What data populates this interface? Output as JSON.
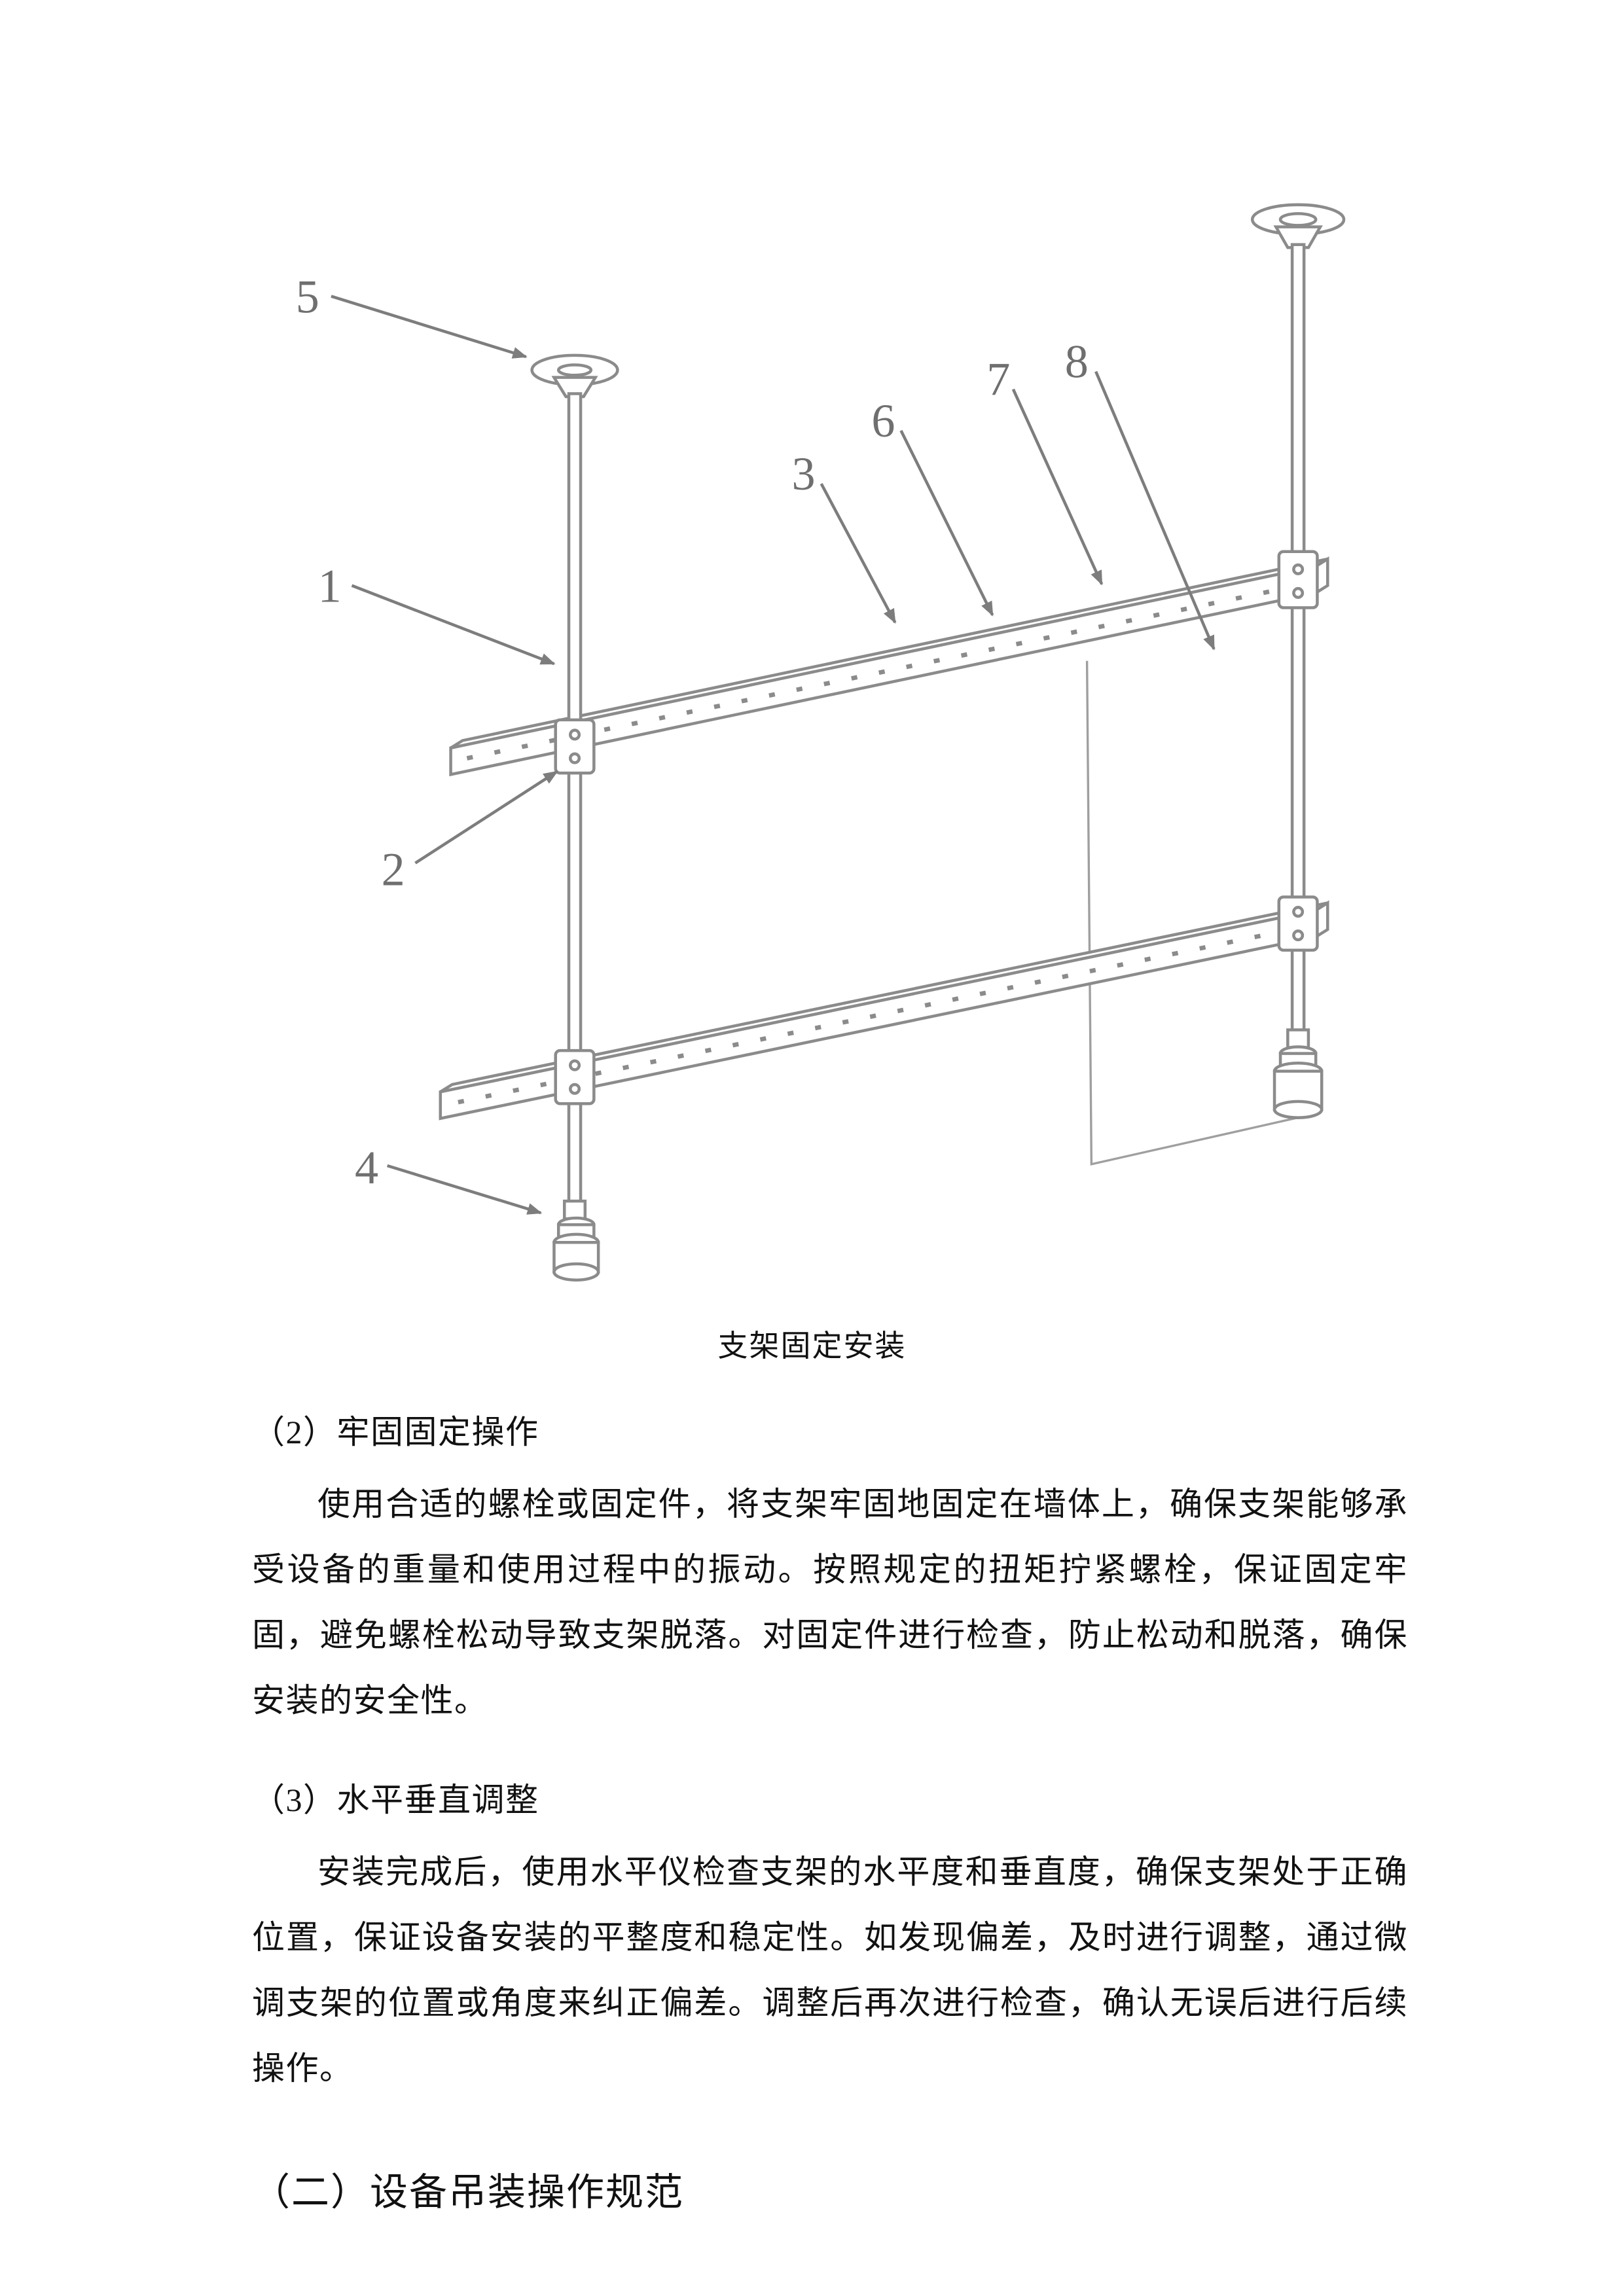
{
  "figure": {
    "caption": "支架固定安装",
    "callouts": [
      "1",
      "2",
      "3",
      "4",
      "5",
      "6",
      "7",
      "8"
    ]
  },
  "sections": [
    {
      "heading": "（2）牢固固定操作",
      "body": "使用合适的螺栓或固定件，将支架牢固地固定在墙体上，确保支架能够承受设备的重量和使用过程中的振动。按照规定的扭矩拧紧螺栓，保证固定牢固，避免螺栓松动导致支架脱落。对固定件进行检查，防止松动和脱落，确保安装的安全性。"
    },
    {
      "heading": "（3）水平垂直调整",
      "body": "安装完成后，使用水平仪检查支架的水平度和垂直度，确保支架处于正确位置，保证设备安装的平整度和稳定性。如发现偏差，及时进行调整，通过微调支架的位置或角度来纠正偏差。调整后再次进行检查，确认无误后进行后续操作。"
    }
  ],
  "heading2": "（二）设备吊装操作规范",
  "colors": {
    "diagram_line": "#8b8b8b",
    "body_text": "#111111"
  }
}
